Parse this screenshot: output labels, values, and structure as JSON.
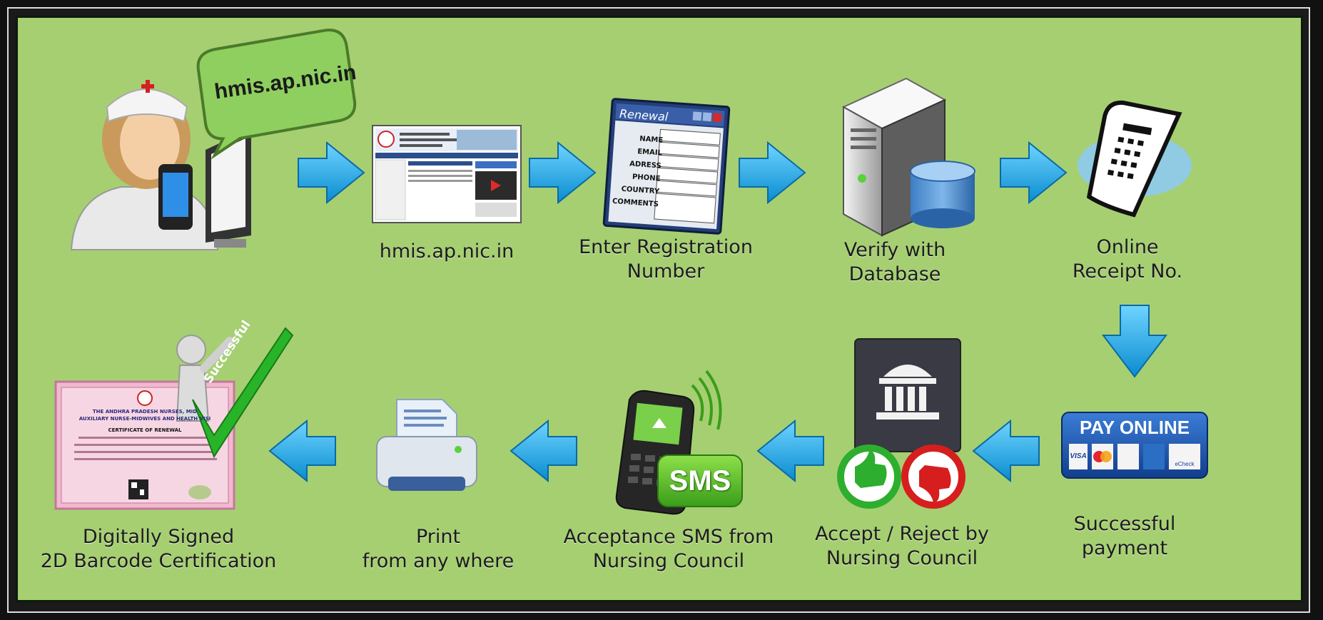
{
  "bubble_text": "hmis.ap.nic.in",
  "colors": {
    "panel": "#a6cf72",
    "arrow": "#1aa6e8",
    "frame": "#111111"
  },
  "steps": {
    "portal": "hmis.ap.nic.in",
    "enter_registration": [
      "Enter Registration",
      "Number"
    ],
    "verify_database": [
      "Verify with",
      "Database"
    ],
    "online_receipt": [
      "Online",
      "Receipt No."
    ],
    "successful_payment": [
      "Successful",
      "payment"
    ],
    "accept_reject": [
      "Accept / Reject by",
      "Nursing Council"
    ],
    "acceptance_sms": [
      "Acceptance SMS from",
      "Nursing Council"
    ],
    "print": [
      "Print",
      "from any where"
    ],
    "digitally_signed": [
      "Digitally Signed",
      "2D Barcode Certification"
    ]
  },
  "renewal_form": {
    "title": "Renewal",
    "fields": [
      "NAME",
      "EMAIL",
      "ADRESS",
      "PHONE",
      "COUNTRY",
      "COMMENTS"
    ]
  },
  "pay_online": {
    "title": "PAY ONLINE",
    "cards": [
      "VISA",
      "",
      "",
      "",
      "eCheck"
    ]
  },
  "sms_label": "SMS",
  "successful_ribbon": "Successful",
  "certificate": {
    "line1": "THE ANDHRA PRADESH NURSES, MID",
    "line2": "AUXILIARY NURSE-MIDWIVES AND HEALTH VISI",
    "heading": "CERTIFICATE OF RENEWAL"
  }
}
